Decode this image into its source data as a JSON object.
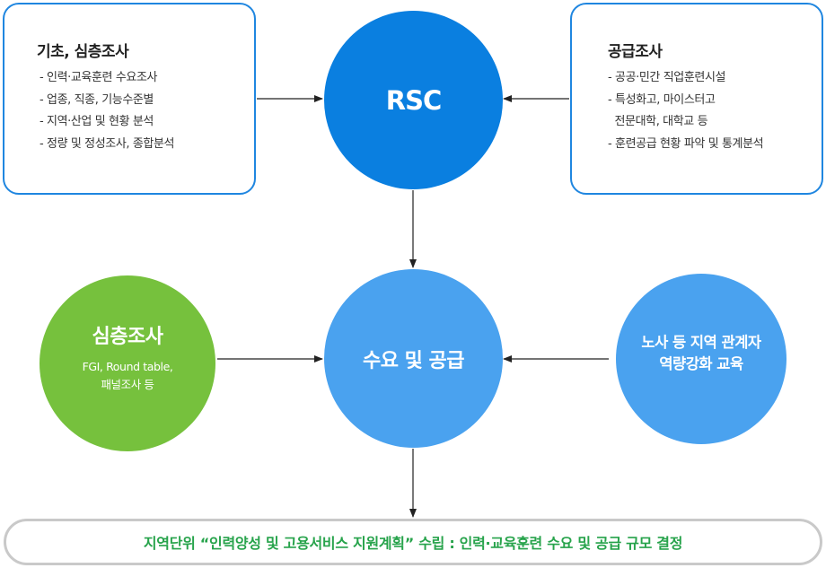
{
  "left_box": {
    "title": "기초, 심층조사",
    "items": [
      "- 인력·교육훈련 수요조사",
      "- 업종, 직종, 기능수준별",
      "- 지역·산업 및 현황 분석",
      "- 정량 및 정성조사, 종합분석"
    ]
  },
  "right_box": {
    "title": "공급조사",
    "items": [
      "- 공공·민간 직업훈련시설",
      "- 특성화고, 마이스터고",
      "  전문대학, 대학교 등",
      "- 훈련공급 현황 파악 및 통계분석"
    ]
  },
  "rsc_circle": {
    "label": "RSC"
  },
  "demand_supply_circle": {
    "label": "수요 및 공급"
  },
  "deep_survey_circle": {
    "label": "심층조사",
    "sub_lines": [
      "FGI, Round table,",
      "패널조사 등"
    ]
  },
  "education_circle": {
    "lines": [
      "노사 등 지역 관계자",
      "역량강화 교육"
    ]
  },
  "bottom_bar": {
    "text": "지역단위 “인력양성 및 고용서비스 지원계획” 수립 : 인력·교육훈련 수요 및 공급 규모 결정"
  },
  "colors": {
    "box_border": "#1f86e0",
    "rsc_fill": "#0a7fe0",
    "circle_fill": "#4aa2ef",
    "green_fill": "#76c13d",
    "bottom_text": "#27a34b",
    "bottom_border": "#c9c9c9"
  }
}
